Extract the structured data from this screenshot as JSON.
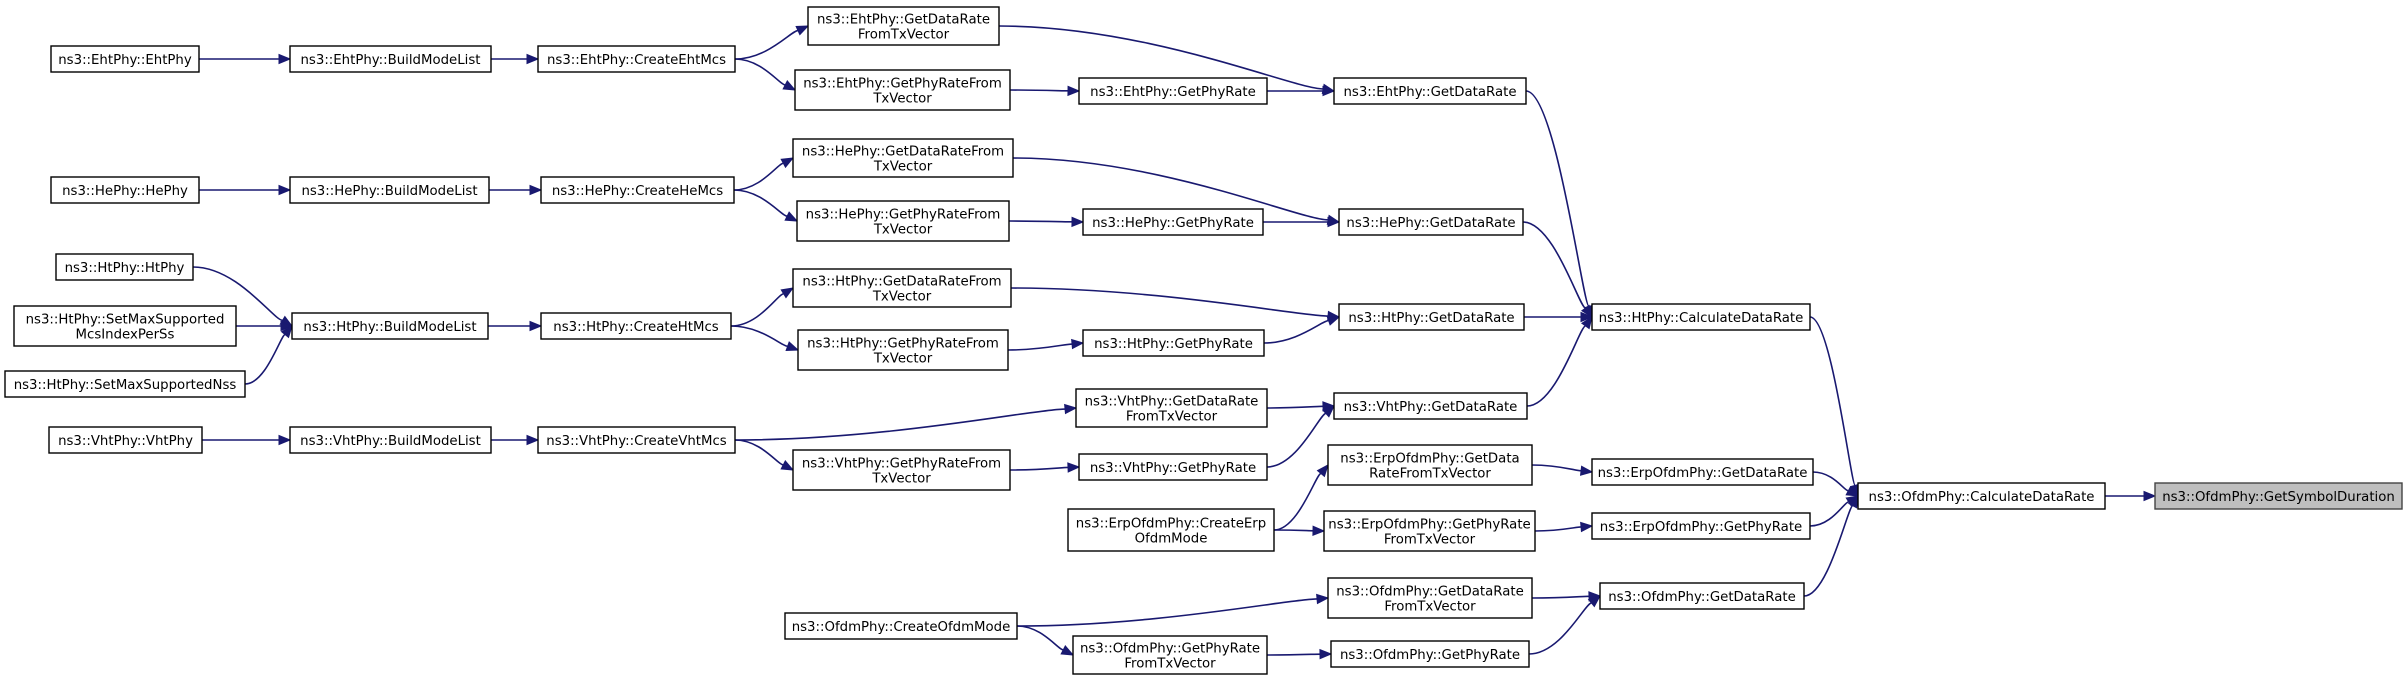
{
  "colors": {
    "edge": "#191970",
    "node_border": "#000000",
    "node_fill": "#ffffff",
    "target_fill": "#bfbfbf"
  },
  "nodes": [
    {
      "id": "target",
      "lines": [
        "ns3::OfdmPhy::GetSymbolDuration"
      ],
      "target": true
    },
    {
      "id": "ofdm_calc",
      "lines": [
        "ns3::OfdmPhy::CalculateDataRate"
      ]
    },
    {
      "id": "ht_calc",
      "lines": [
        "ns3::HtPhy::CalculateDataRate"
      ]
    },
    {
      "id": "erp_gdr",
      "lines": [
        "ns3::ErpOfdmPhy::GetDataRate"
      ]
    },
    {
      "id": "erp_gpr",
      "lines": [
        "ns3::ErpOfdmPhy::GetPhyRate"
      ]
    },
    {
      "id": "ofdm_gdr",
      "lines": [
        "ns3::OfdmPhy::GetDataRate"
      ]
    },
    {
      "id": "eht_gdr",
      "lines": [
        "ns3::EhtPhy::GetDataRate"
      ]
    },
    {
      "id": "he_gdr",
      "lines": [
        "ns3::HePhy::GetDataRate"
      ]
    },
    {
      "id": "ht_gdr",
      "lines": [
        "ns3::HtPhy::GetDataRate"
      ]
    },
    {
      "id": "vht_gdr",
      "lines": [
        "ns3::VhtPhy::GetDataRate"
      ]
    },
    {
      "id": "erp_gdrftv",
      "lines": [
        "ns3::ErpOfdmPhy::GetData",
        "RateFromTxVector"
      ]
    },
    {
      "id": "erp_gprftv",
      "lines": [
        "ns3::ErpOfdmPhy::GetPhyRate",
        "FromTxVector"
      ]
    },
    {
      "id": "ofdm_gdrftv",
      "lines": [
        "ns3::OfdmPhy::GetDataRate",
        "FromTxVector"
      ]
    },
    {
      "id": "ofdm_gpr",
      "lines": [
        "ns3::OfdmPhy::GetPhyRate"
      ]
    },
    {
      "id": "eht_gdrftv",
      "lines": [
        "ns3::EhtPhy::GetDataRate",
        "FromTxVector"
      ]
    },
    {
      "id": "eht_gpr",
      "lines": [
        "ns3::EhtPhy::GetPhyRate"
      ]
    },
    {
      "id": "he_gdrftv",
      "lines": [
        "ns3::HePhy::GetDataRateFrom",
        "TxVector"
      ]
    },
    {
      "id": "he_gpr",
      "lines": [
        "ns3::HePhy::GetPhyRate"
      ]
    },
    {
      "id": "ht_gdrftv",
      "lines": [
        "ns3::HtPhy::GetDataRateFrom",
        "TxVector"
      ]
    },
    {
      "id": "ht_gpr",
      "lines": [
        "ns3::HtPhy::GetPhyRate"
      ]
    },
    {
      "id": "vht_gdrftv",
      "lines": [
        "ns3::VhtPhy::GetDataRate",
        "FromTxVector"
      ]
    },
    {
      "id": "vht_gpr",
      "lines": [
        "ns3::VhtPhy::GetPhyRate"
      ]
    },
    {
      "id": "erp_create",
      "lines": [
        "ns3::ErpOfdmPhy::CreateErp",
        "OfdmMode"
      ]
    },
    {
      "id": "ofdm_gprftv",
      "lines": [
        "ns3::OfdmPhy::GetPhyRate",
        "FromTxVector"
      ]
    },
    {
      "id": "ofdm_create",
      "lines": [
        "ns3::OfdmPhy::CreateOfdmMode"
      ]
    },
    {
      "id": "eht_gprftv",
      "lines": [
        "ns3::EhtPhy::GetPhyRateFrom",
        "TxVector"
      ]
    },
    {
      "id": "he_gprftv",
      "lines": [
        "ns3::HePhy::GetPhyRateFrom",
        "TxVector"
      ]
    },
    {
      "id": "ht_gprftv",
      "lines": [
        "ns3::HtPhy::GetPhyRateFrom",
        "TxVector"
      ]
    },
    {
      "id": "vht_gprftv",
      "lines": [
        "ns3::VhtPhy::GetPhyRateFrom",
        "TxVector"
      ]
    },
    {
      "id": "eht_create",
      "lines": [
        "ns3::EhtPhy::CreateEhtMcs"
      ]
    },
    {
      "id": "he_create",
      "lines": [
        "ns3::HePhy::CreateHeMcs"
      ]
    },
    {
      "id": "ht_create",
      "lines": [
        "ns3::HtPhy::CreateHtMcs"
      ]
    },
    {
      "id": "vht_create",
      "lines": [
        "ns3::VhtPhy::CreateVhtMcs"
      ]
    },
    {
      "id": "eht_bml",
      "lines": [
        "ns3::EhtPhy::BuildModeList"
      ]
    },
    {
      "id": "he_bml",
      "lines": [
        "ns3::HePhy::BuildModeList"
      ]
    },
    {
      "id": "ht_bml",
      "lines": [
        "ns3::HtPhy::BuildModeList"
      ]
    },
    {
      "id": "vht_bml",
      "lines": [
        "ns3::VhtPhy::BuildModeList"
      ]
    },
    {
      "id": "eht_ctor",
      "lines": [
        "ns3::EhtPhy::EhtPhy"
      ]
    },
    {
      "id": "he_ctor",
      "lines": [
        "ns3::HePhy::HePhy"
      ]
    },
    {
      "id": "ht_ctor",
      "lines": [
        "ns3::HtPhy::HtPhy"
      ]
    },
    {
      "id": "ht_setmcs",
      "lines": [
        "ns3::HtPhy::SetMaxSupported",
        "McsIndexPerSs"
      ]
    },
    {
      "id": "ht_setnss",
      "lines": [
        "ns3::HtPhy::SetMaxSupportedNss"
      ]
    },
    {
      "id": "vht_ctor",
      "lines": [
        "ns3::VhtPhy::VhtPhy"
      ]
    }
  ],
  "edges": [
    [
      "ofdm_calc",
      "target"
    ],
    [
      "ht_calc",
      "ofdm_calc"
    ],
    [
      "erp_gdr",
      "ofdm_calc"
    ],
    [
      "erp_gpr",
      "ofdm_calc"
    ],
    [
      "ofdm_gdr",
      "ofdm_calc"
    ],
    [
      "eht_gdr",
      "ht_calc"
    ],
    [
      "he_gdr",
      "ht_calc"
    ],
    [
      "ht_gdr",
      "ht_calc"
    ],
    [
      "vht_gdr",
      "ht_calc"
    ],
    [
      "erp_gdrftv",
      "erp_gdr"
    ],
    [
      "erp_gprftv",
      "erp_gpr"
    ],
    [
      "ofdm_gdrftv",
      "ofdm_gdr"
    ],
    [
      "ofdm_gpr",
      "ofdm_gdr"
    ],
    [
      "eht_gdrftv",
      "eht_gdr"
    ],
    [
      "eht_gpr",
      "eht_gdr"
    ],
    [
      "he_gdrftv",
      "he_gdr"
    ],
    [
      "he_gpr",
      "he_gdr"
    ],
    [
      "ht_gdrftv",
      "ht_gdr"
    ],
    [
      "ht_gpr",
      "ht_gdr"
    ],
    [
      "vht_gdrftv",
      "vht_gdr"
    ],
    [
      "vht_gpr",
      "vht_gdr"
    ],
    [
      "erp_create",
      "erp_gdrftv"
    ],
    [
      "erp_create",
      "erp_gprftv"
    ],
    [
      "ofdm_gprftv",
      "ofdm_gpr"
    ],
    [
      "ofdm_create",
      "ofdm_gdrftv"
    ],
    [
      "ofdm_create",
      "ofdm_gprftv"
    ],
    [
      "eht_gprftv",
      "eht_gpr"
    ],
    [
      "he_gprftv",
      "he_gpr"
    ],
    [
      "ht_gprftv",
      "ht_gpr"
    ],
    [
      "vht_gprftv",
      "vht_gpr"
    ],
    [
      "eht_create",
      "eht_gdrftv"
    ],
    [
      "eht_create",
      "eht_gprftv"
    ],
    [
      "he_create",
      "he_gdrftv"
    ],
    [
      "he_create",
      "he_gprftv"
    ],
    [
      "ht_create",
      "ht_gdrftv"
    ],
    [
      "ht_create",
      "ht_gprftv"
    ],
    [
      "vht_create",
      "vht_gdrftv"
    ],
    [
      "vht_create",
      "vht_gprftv"
    ],
    [
      "eht_bml",
      "eht_create"
    ],
    [
      "he_bml",
      "he_create"
    ],
    [
      "ht_bml",
      "ht_create"
    ],
    [
      "vht_bml",
      "vht_create"
    ],
    [
      "eht_ctor",
      "eht_bml"
    ],
    [
      "he_ctor",
      "he_bml"
    ],
    [
      "ht_ctor",
      "ht_bml"
    ],
    [
      "ht_setmcs",
      "ht_bml"
    ],
    [
      "ht_setnss",
      "ht_bml"
    ],
    [
      "vht_ctor",
      "vht_bml"
    ]
  ]
}
